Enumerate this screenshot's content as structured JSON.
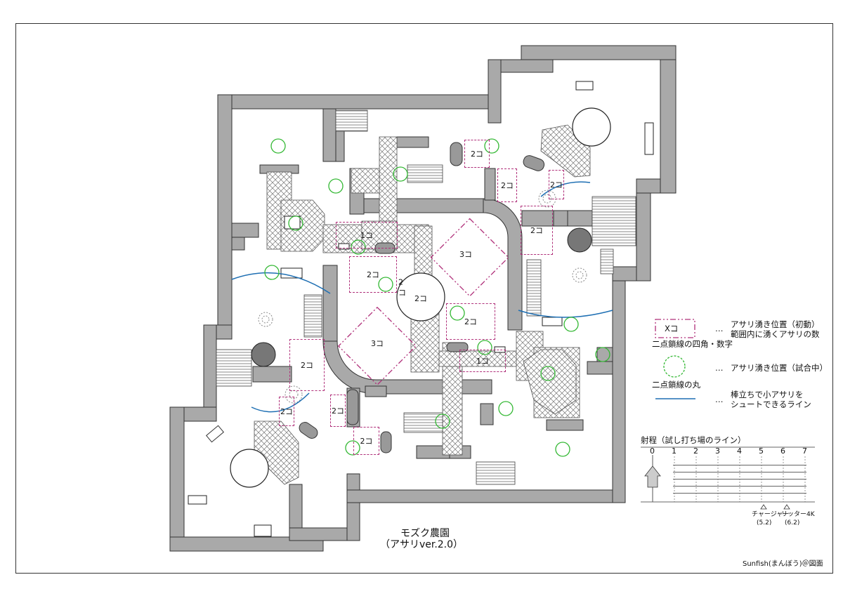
{
  "title": "モズク農園",
  "subtitle": "（アサリver.2.0）",
  "credit": "Sunfish(まんぼう)＠図面",
  "zones": [
    {
      "id": "z1",
      "label": "2コ"
    },
    {
      "id": "z2",
      "label": "2コ"
    },
    {
      "id": "z3",
      "label": "2コ"
    },
    {
      "id": "z4",
      "label": "1コ"
    },
    {
      "id": "z5",
      "label": "2コ"
    },
    {
      "id": "z6",
      "label": "3コ"
    },
    {
      "id": "z7",
      "label": "2コ"
    },
    {
      "id": "z8",
      "label": "2コ"
    },
    {
      "id": "z9",
      "label": "3コ"
    },
    {
      "id": "z10",
      "label": "2コ"
    },
    {
      "id": "z11",
      "label": "1コ"
    },
    {
      "id": "z12",
      "label": "2コ"
    },
    {
      "id": "z13",
      "label": "2コ"
    },
    {
      "id": "z14",
      "label": "2コ"
    },
    {
      "id": "z15",
      "label": "2コ"
    }
  ],
  "legend": {
    "box_label": "Xコ",
    "dots": "…",
    "box_caption": "二点鎖線の四角・数字",
    "box_desc_1": "アサリ湧き位置（初動）",
    "box_desc_2": "範囲内に湧くアサリの数",
    "circle_caption": "二点鎖線の丸",
    "circle_desc": "アサリ湧き位置（試合中）",
    "line_desc_1": "棒立ちで小アサリを",
    "line_desc_2": "シュートできるライン",
    "range_title": "射程（試し打ち場のライン）",
    "range_ticks": [
      "0",
      "1",
      "2",
      "3",
      "4",
      "5",
      "6",
      "7"
    ],
    "weapons": [
      {
        "name": "チャージャー",
        "value": "(5.2)"
      },
      {
        "name": "リッター4K",
        "value": "(6.2)"
      }
    ]
  },
  "colors": {
    "wall": "#a9a9a9",
    "zone": "#b0307a",
    "spawn": "#33b833",
    "shot_line": "#1e6fb3"
  }
}
